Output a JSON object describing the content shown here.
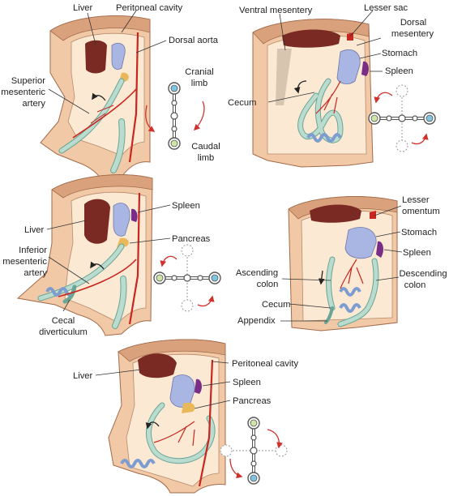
{
  "colors": {
    "body_wall": "#f1c9a6",
    "body_wall_dark": "#d9a27c",
    "cavity": "#fbe9d4",
    "liver": "#7a2a22",
    "stomach": "#a9b6e3",
    "spleen": "#7a2d86",
    "pancreas": "#e9b85a",
    "gut": "#b9dccf",
    "gut_outline": "#6aa597",
    "artery": "#c8261e",
    "rotation_arrow": "#d0312d"
  },
  "icons": {
    "axis_diagram": "rotation-axis-icon",
    "rotation_arrow": "curved-arrow-icon"
  },
  "panels": {
    "p1": {
      "liver": "Liver",
      "peritoneal_cavity": "Peritoneal cavity",
      "dorsal_aorta": "Dorsal aorta",
      "sma_1": "Superior",
      "sma_2": "mesenteric",
      "sma_3": "artery",
      "cranial_1": "Cranial",
      "cranial_2": "limb",
      "caudal_1": "Caudal",
      "caudal_2": "limb"
    },
    "p2": {
      "ventral_mesentery": "Ventral mesentery",
      "lesser_sac": "Lesser sac",
      "dorsal_1": "Dorsal",
      "dorsal_2": "mesentery",
      "stomach": "Stomach",
      "spleen": "Spleen",
      "cecum": "Cecum"
    },
    "p3": {
      "spleen": "Spleen",
      "liver": "Liver",
      "pancreas": "Pancreas",
      "ima_1": "Inferior",
      "ima_2": "mesenteric",
      "ima_3": "artery",
      "cecal_1": "Cecal",
      "cecal_2": "diverticulum"
    },
    "p4": {
      "lesser_1": "Lesser",
      "lesser_2": "omentum",
      "stomach": "Stomach",
      "spleen": "Spleen",
      "ascending_1": "Ascending",
      "ascending_2": "colon",
      "descending_1": "Descending",
      "descending_2": "colon",
      "cecum": "Cecum",
      "appendix": "Appendix"
    },
    "p5": {
      "liver": "Liver",
      "peritoneal_cavity": "Peritoneal cavity",
      "spleen": "Spleen",
      "pancreas": "Pancreas"
    }
  }
}
